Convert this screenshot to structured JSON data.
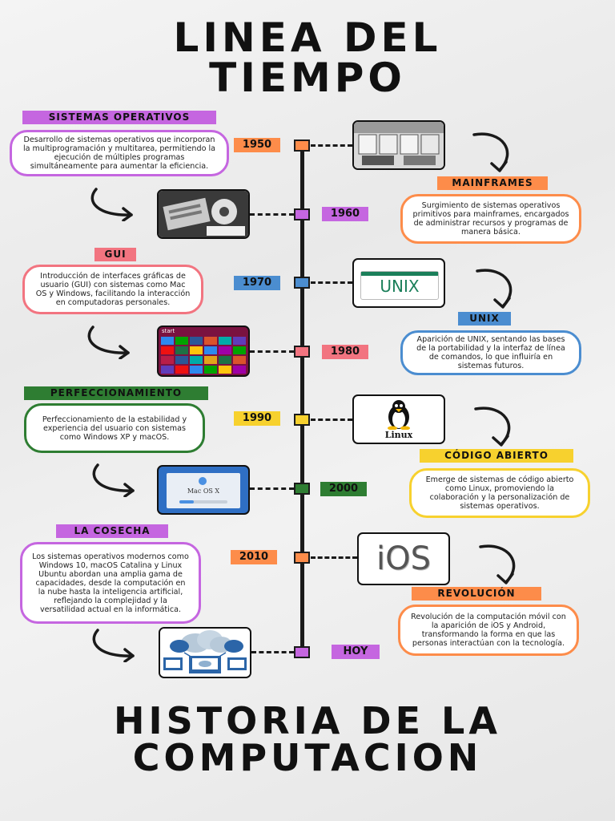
{
  "title": {
    "line1": "LINEA DEL",
    "line2": "TIEMPO"
  },
  "subtitle": {
    "line1": "HISTORIA DE LA",
    "line2": "COMPUTACION"
  },
  "colors": {
    "orange": "#fd8c4a",
    "purple": "#c566e0",
    "blue": "#4b8dd0",
    "red": "#f27480",
    "yellow": "#f7d12e",
    "green": "#2e7d32",
    "magenta": "#c566e0"
  },
  "events": [
    {
      "year": "1950",
      "label": "SISTEMAS OPERATIVOS",
      "text": "Desarrollo de sistemas operativos que incorporan la multiprogramación y multitarea, permitiendo la ejecución de múltiples programas simultáneamente para aumentar la eficiencia.",
      "image": "mainframe-room-photo"
    },
    {
      "year": "1960",
      "label": "MAINFRAMES",
      "text": "Surgimiento de sistemas operativos primitivos para mainframes, encargados de administrar recursos y programas de manera básica.",
      "image": "punch-card-machine-photo"
    },
    {
      "year": "1970",
      "label": "GUI",
      "text": "Introducción de interfaces gráficas de usuario (GUI) con sistemas como Mac OS y Windows, facilitando la interacción en computadoras personales.",
      "image": "unix-logo",
      "image_text": "UNIX"
    },
    {
      "year": "1980",
      "label": "UNIX",
      "text": "Aparición de UNIX, sentando las bases de la portabilidad y la interfaz de línea de comandos, lo que influiría en sistemas futuros.",
      "image": "windows-start-screen",
      "image_text": "start"
    },
    {
      "year": "1990",
      "label": "PERFECCIONAMIENTO",
      "text": "Perfeccionamiento de la estabilidad y experiencia del usuario con sistemas como Windows XP y macOS.",
      "image": "linux-tux-logo",
      "image_text": "Linux"
    },
    {
      "year": "2000",
      "label": "CÓDIGO ABIERTO",
      "text": "Emerge de sistemas de código abierto como Linux, promoviendo la colaboración y la personalización de sistemas operativos.",
      "image": "mac-os-x-boot-screen",
      "image_text": "Mac OS X"
    },
    {
      "year": "2010",
      "label": "LA COSECHA",
      "text": "Los sistemas operativos modernos como Windows 10, macOS Catalina y Linux Ubuntu abordan una amplia gama de capacidades, desde la computación en la nube hasta la inteligencia artificial, reflejando la complejidad y la versatilidad actual en la informática.",
      "image": "ios-logo",
      "image_text": "iOS"
    },
    {
      "year": "HOY",
      "label": "REVOLUCIÓN",
      "text": "Revolución de la computación móvil con la aparición de iOS y Android, transformando la forma en que las personas interactúan con la tecnología.",
      "image": "cloud-computing-illustration"
    }
  ]
}
